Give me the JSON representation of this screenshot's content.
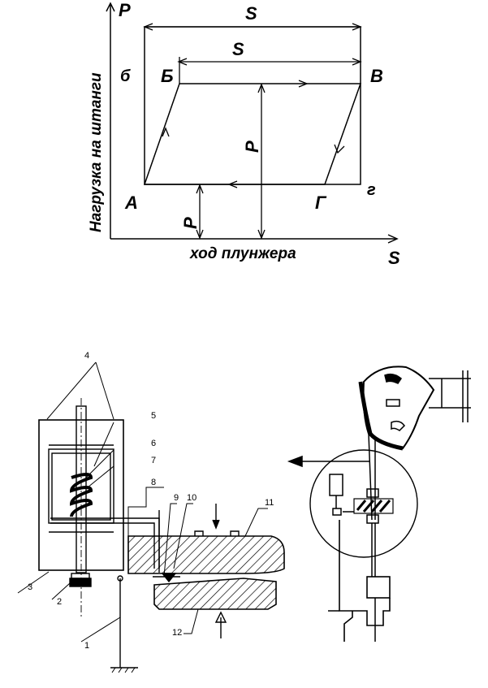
{
  "indicator": {
    "axis_y": "P",
    "axis_x": "S",
    "y_title": "Нагрузка на штанги",
    "x_title": "ход плунжера",
    "stroke_top": "S",
    "stroke_inner": "S",
    "load_mid": "P",
    "load_low": "P",
    "point_a": "А",
    "point_b": "Б",
    "point_v": "В",
    "point_g": "Г",
    "corner_b": "б",
    "corner_g": "г"
  },
  "device": {
    "labels": [
      "1",
      "2",
      "3",
      "4",
      "5",
      "6",
      "7",
      "8",
      "9",
      "10",
      "11",
      "12"
    ]
  },
  "colors": {
    "ink": "#000000",
    "paper": "#ffffff"
  }
}
